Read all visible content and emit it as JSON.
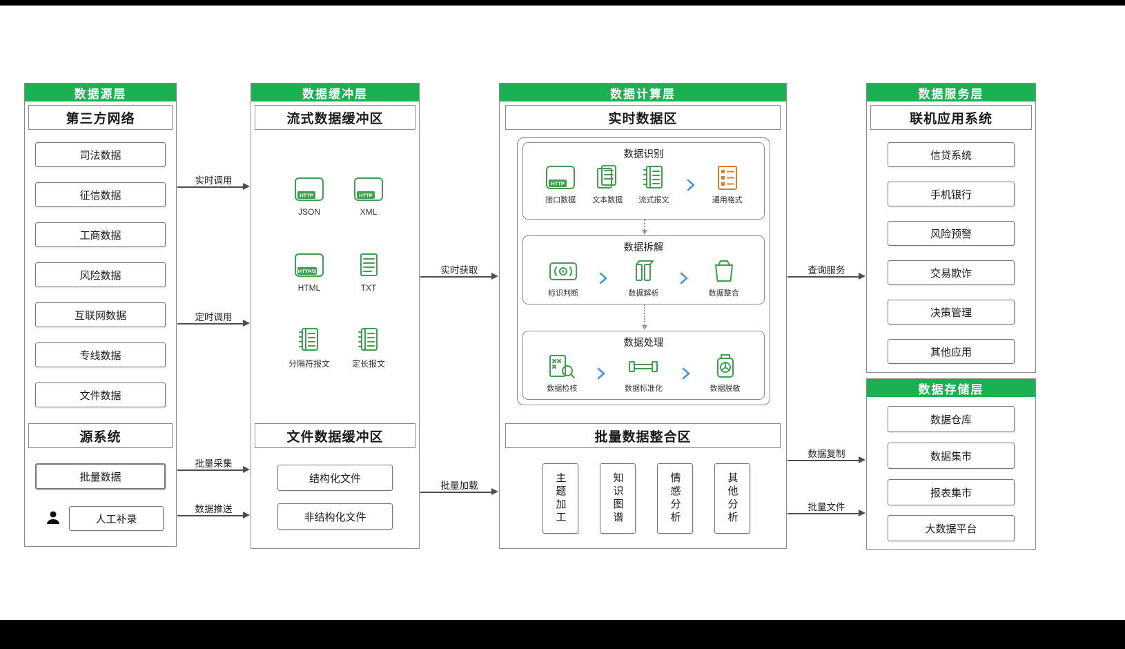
{
  "colors": {
    "header_green": "#1bb152",
    "icon_green": "#3f9e4f",
    "icon_orange": "#e07b2a",
    "chevron_blue": "#4a90e2"
  },
  "source_layer": {
    "title": "数据源层",
    "third_party": {
      "title": "第三方网络",
      "items": [
        "司法数据",
        "征信数据",
        "工商数据",
        "风险数据",
        "互联网数据",
        "专线数据",
        "文件数据"
      ]
    },
    "source_system": {
      "title": "源系统",
      "batch_item": "批量数据",
      "manual_item": "人工补录"
    }
  },
  "buffer_layer": {
    "title": "数据缓冲层",
    "stream_zone": {
      "title": "流式数据缓冲区",
      "icons": [
        {
          "label": "JSON",
          "badge": "HTTP"
        },
        {
          "label": "XML",
          "badge": "HTTP"
        },
        {
          "label": "HTML",
          "badge": "HTTP/S"
        },
        {
          "label": "TXT"
        },
        {
          "label": "分隔符报文"
        },
        {
          "label": "定长报文"
        }
      ]
    },
    "file_zone": {
      "title": "文件数据缓冲区",
      "items": [
        "结构化文件",
        "非结构化文件"
      ]
    }
  },
  "compute_layer": {
    "title": "数据计算层",
    "realtime_zone": {
      "title": "实时数据区",
      "recognition": {
        "title": "数据识别",
        "inputs": [
          {
            "label": "接口数据",
            "badge": "HTTP"
          },
          {
            "label": "文本数据"
          },
          {
            "label": "流式报文"
          }
        ],
        "output": {
          "label": "通用格式"
        }
      },
      "disassembly": {
        "title": "数据拆解",
        "steps": [
          "标识判断",
          "数据解析",
          "数据整合"
        ]
      },
      "processing": {
        "title": "数据处理",
        "steps": [
          "数据检核",
          "数据标准化",
          "数据脱敏"
        ]
      }
    },
    "batch_zone": {
      "title": "批量数据整合区",
      "items": [
        "主题加工",
        "知识图谱",
        "情感分析",
        "其他分析"
      ]
    }
  },
  "service_layer": {
    "title": "数据服务层",
    "online_apps": {
      "title": "联机应用系统",
      "items": [
        "信贷系统",
        "手机银行",
        "风险预警",
        "交易欺诈",
        "决策管理",
        "其他应用"
      ]
    }
  },
  "storage_layer": {
    "title": "数据存储层",
    "items": [
      "数据仓库",
      "数据集市",
      "报表集市",
      "大数据平台"
    ]
  },
  "arrows": {
    "realtime_call": "实时调用",
    "scheduled_call": "定时调用",
    "batch_collect": "批量采集",
    "data_push": "数据推送",
    "realtime_fetch": "实时获取",
    "batch_load": "批量加载",
    "query_service": "查询服务",
    "data_copy": "数据复制",
    "batch_file": "批量文件"
  }
}
